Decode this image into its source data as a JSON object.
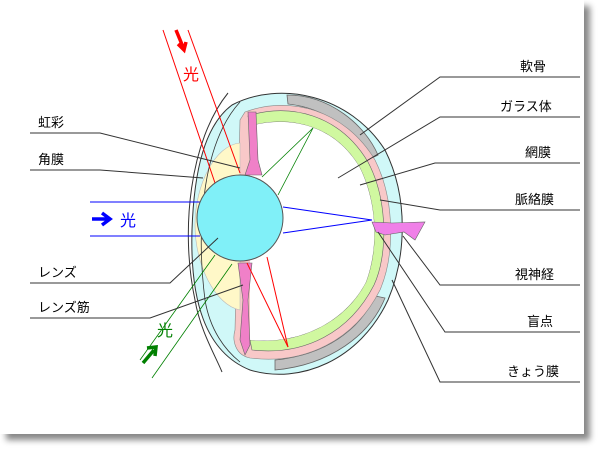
{
  "title": "目の構造",
  "labels_right": [
    "軟骨",
    "ガラス体",
    "網膜",
    "脈絡膜",
    "視神経",
    "盲点",
    "きょう膜"
  ],
  "labels_left": [
    "虹彩",
    "角膜",
    "レンズ",
    "レンズ筋"
  ],
  "light": {
    "red": "光",
    "blue": "光",
    "green": "光"
  },
  "colors": {
    "red": "#ff0000",
    "blue": "#0000ff",
    "green": "#008000",
    "lens": "#80f0f8",
    "iris": "#f080c8",
    "retina": "#d0f8a0",
    "choroid": "#f8c8c8",
    "sclera": "#d0f8f8",
    "cartilage": "#c0c0c0",
    "cornea": "#fff8c8"
  }
}
